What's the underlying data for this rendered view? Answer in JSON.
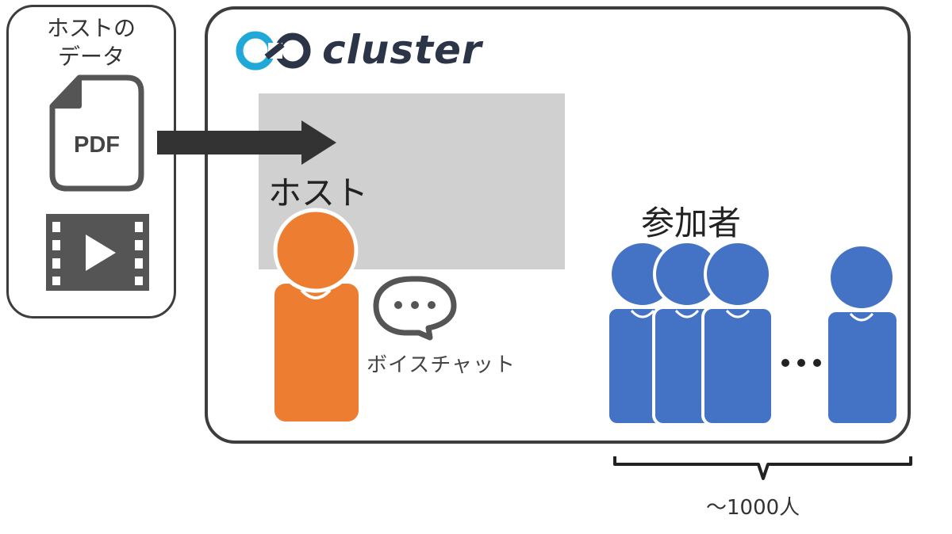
{
  "host_data": {
    "label_line1": "ホストの",
    "label_line2": "データ",
    "pdf_icon_text": "PDF"
  },
  "logo": {
    "text": "cluster"
  },
  "labels": {
    "host": "ホスト",
    "participants": "参加者",
    "voice_chat": "ボイスチャット",
    "count": "〜1000人"
  },
  "colors": {
    "host": "#ed7d31",
    "participant": "#4472c4",
    "screen": "#d1d0d1",
    "outline": "#3d3d3d",
    "logo_blue": "#1fa8d8"
  },
  "icons": [
    "pdf-file-icon",
    "video-icon",
    "speech-bubble-icon",
    "arrow-icon",
    "cluster-logo-icon",
    "ellipsis-icon",
    "brace-icon"
  ]
}
